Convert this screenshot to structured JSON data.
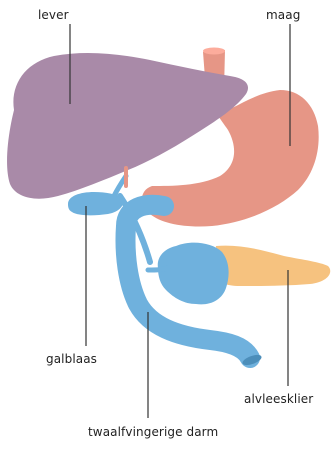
{
  "labels": {
    "liver": "lever",
    "stomach": "maag",
    "gallbladder": "galblaas",
    "pancreas": "alvleesklier",
    "duodenum": "twaalfvingerige darm"
  },
  "colors": {
    "liver": "#a98aa8",
    "stomach": "#e69686",
    "esophagus": "#e69686",
    "biliary": "#6fb1dd",
    "pancreas": "#f6c27f",
    "leader_line": "#333333",
    "text": "#222222"
  }
}
